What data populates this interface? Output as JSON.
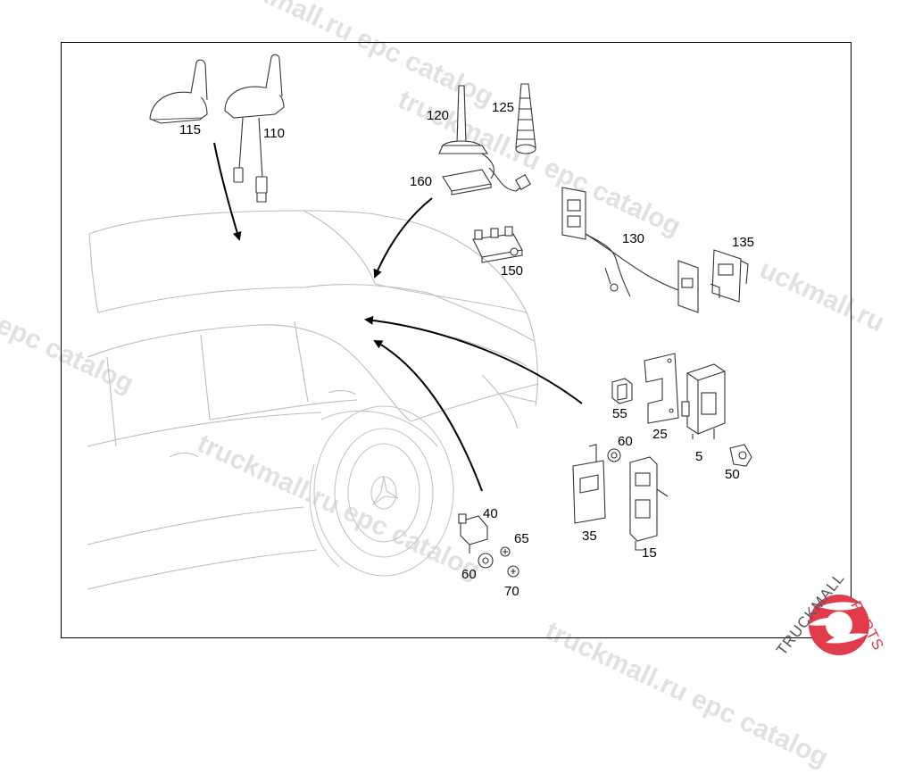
{
  "diagram": {
    "part_labels": {
      "p115": "115",
      "p110": "110",
      "p120": "120",
      "p125": "125",
      "p160": "160",
      "p150": "150",
      "p130": "130",
      "p135": "135",
      "p55": "55",
      "p25": "25",
      "p5": "5",
      "p50": "50",
      "p60a": "60",
      "p35": "35",
      "p15": "15",
      "p40": "40",
      "p65": "65",
      "p60b": "60",
      "p70": "70"
    }
  },
  "watermark": {
    "text_a": "truckmall.ru epc catalog",
    "text_b": "l epc catalog",
    "text_c": "uckmall.ru",
    "text_d": "truckmall.ru epc catalog"
  },
  "logo": {
    "brand_primary": "TRUCKMALL",
    "brand_secondary": "PARTS",
    "primary_color": "#555555",
    "accent_color": "#e03c4c"
  }
}
